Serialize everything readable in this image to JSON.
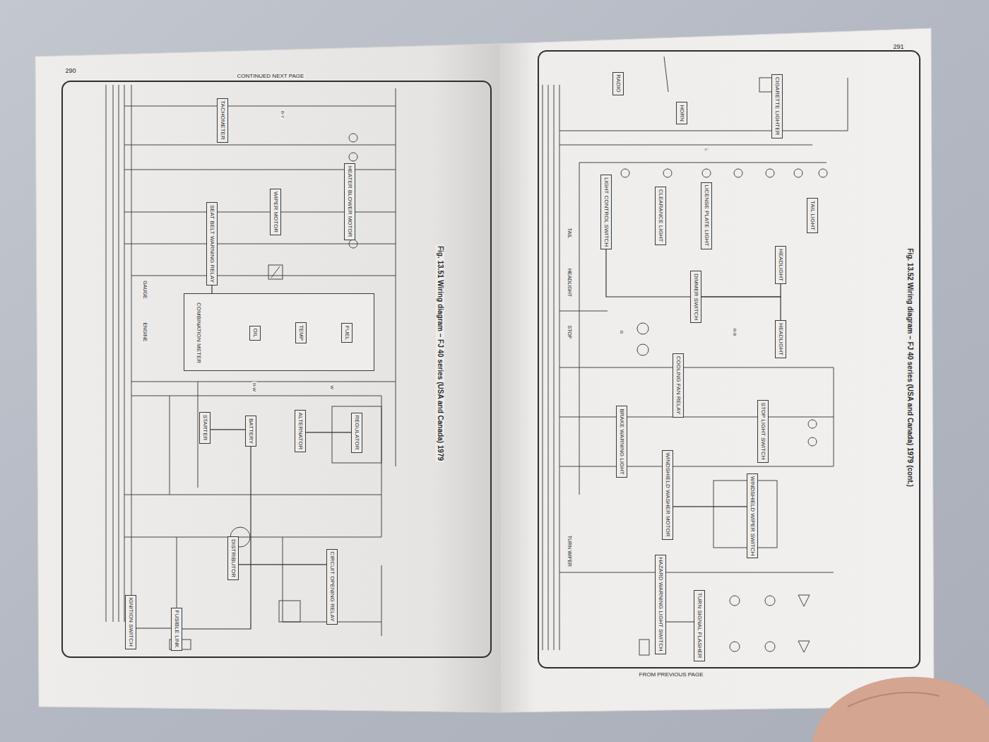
{
  "diagram": {
    "nodes": [
      {
        "text": [
          "TACHOMETER"
        ]
      },
      {
        "text": [
          "SEAT BELT WARNING RELAY"
        ]
      },
      {
        "text": [
          "WIPER MOTOR"
        ]
      },
      {
        "text": [
          "HEATER BLOWER MOTOR"
        ]
      },
      {
        "text": [
          "COMBINATION METER"
        ]
      },
      {
        "text": [
          "OIL"
        ],
        "in": 4
      },
      {
        "text": [
          "TEMP"
        ],
        "in": 4
      },
      {
        "text": [
          "FUEL"
        ],
        "in": 4
      },
      {
        "text": [
          "BATTERY"
        ]
      },
      {
        "text": [
          "ALTERNATOR"
        ]
      },
      {
        "text": [
          "STARTER"
        ]
      },
      {
        "text": [
          "REGULATOR"
        ]
      },
      {
        "text": [
          "DISTRIBUTOR"
        ]
      },
      {
        "text": [
          "CIRCUIT OPENING RELAY"
        ]
      },
      {
        "text": [
          "IGNITION SWITCH"
        ]
      },
      {
        "text": [
          "FUSIBLE LINK"
        ]
      },
      {
        "text": [
          "RADIO"
        ]
      },
      {
        "text": [
          "HORN"
        ]
      },
      {
        "text": [
          "CIGARETTE LIGHTER"
        ]
      },
      {
        "text": [
          "LIGHT CONTROL SWITCH"
        ]
      },
      {
        "text": [
          "DIMMER SWITCH"
        ]
      },
      {
        "text": [
          "HEADLIGHT"
        ]
      },
      {
        "text": [
          "HEADLIGHT"
        ]
      },
      {
        "text": [
          "COOLING FAN RELAY"
        ]
      },
      {
        "text": [
          "BRAKE WARNING LIGHT"
        ]
      },
      {
        "text": [
          "STOP LIGHT SWITCH"
        ]
      },
      {
        "text": [
          "WINDSHIELD WIPER SWITCH"
        ]
      },
      {
        "text": [
          "WINDSHIELD WASHER MOTOR"
        ]
      },
      {
        "text": [
          "HAZARD WARNING LIGHT SWITCH"
        ]
      },
      {
        "text": [
          "TURN SIGNAL FLASHER"
        ]
      },
      {
        "text": [
          "CLEARANCE LIGHT"
        ]
      },
      {
        "text": [
          "LICENSE PLATE LIGHT"
        ]
      },
      {
        "text": [
          "TAIL LIGHT"
        ]
      }
    ],
    "edges": [
      {
        "from": 8,
        "to": 10,
        "arrow": "none"
      },
      {
        "from": 8,
        "to": 15,
        "arrow": "none"
      },
      {
        "from": 9,
        "to": 11,
        "arrow": "none"
      },
      {
        "from": 14,
        "to": 15,
        "arrow": "none"
      },
      {
        "from": 12,
        "to": 13,
        "arrow": "none"
      },
      {
        "from": 4,
        "to": 1,
        "arrow": "none"
      },
      {
        "from": 19,
        "to": 20,
        "arrow": "none"
      },
      {
        "from": 20,
        "to": 21,
        "arrow": "none"
      },
      {
        "from": 20,
        "to": 22,
        "arrow": "none"
      },
      {
        "from": 28,
        "to": 29,
        "arrow": "none"
      },
      {
        "from": 26,
        "to": 27,
        "arrow": "none"
      }
    ],
    "labels": [
      "290",
      "CONTINUED NEXT PAGE",
      "Fig. 13.51 Wiring diagram – FJ 40 series (USA and Canada) 1979",
      "291",
      "Fig. 13.52 Wiring diagram – FJ 40 series (USA and Canada) 1979 (cont.)",
      "FROM PREVIOUS PAGE",
      "TAIL",
      "HEADLIGHT",
      "STOP",
      "TURN WIPER",
      "GAUGE",
      "ENGINE",
      "B-Y",
      "R-W",
      "W",
      "G",
      "R-B",
      "L"
    ]
  }
}
